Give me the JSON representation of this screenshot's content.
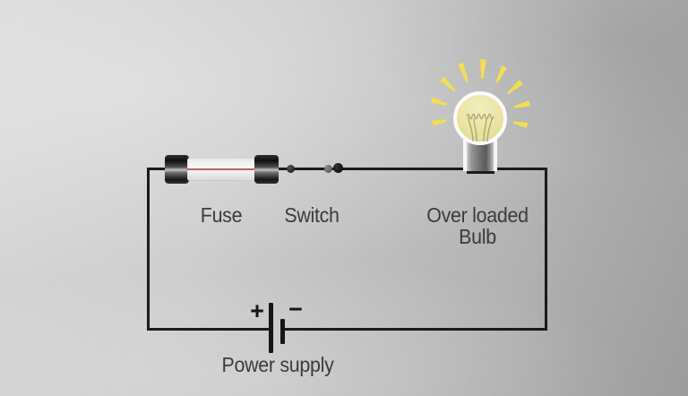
{
  "diagram": {
    "type": "circuit-illustration",
    "labels": {
      "fuse": "Fuse",
      "switch": "Switch",
      "bulb_line1": "Over loaded",
      "bulb_line2": "Bulb",
      "power_supply": "Power supply"
    },
    "battery": {
      "positive": "+",
      "negative": "−"
    },
    "colors": {
      "background_light": "#d8d8d8",
      "background_dark": "#9c9c9c",
      "wire": "#1b1b1b",
      "label_text": "#3b3b3b",
      "glow_yellow": "#f4de52",
      "bulb_glass": "#e9e4a2",
      "bulb_outline": "#fcfcfc",
      "fuse_filament": "#b06a58"
    }
  }
}
